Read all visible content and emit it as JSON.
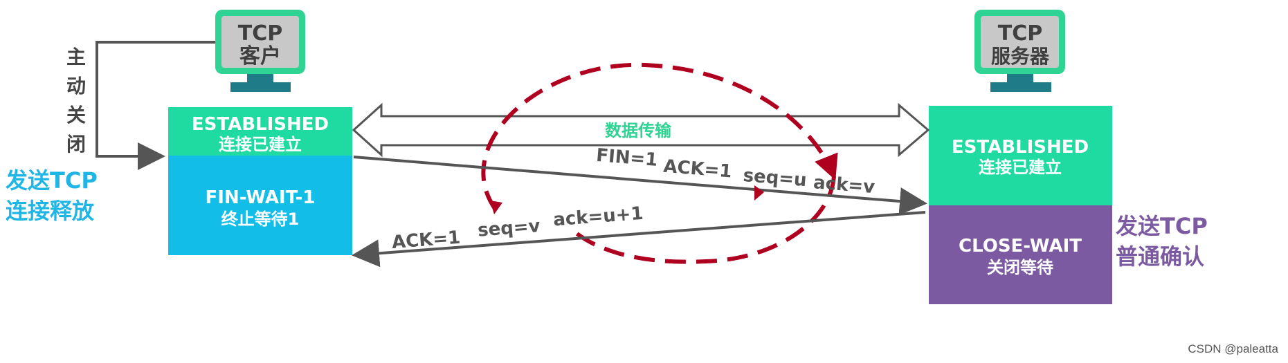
{
  "client": {
    "monitor_line1": "TCP",
    "monitor_line2": "客户",
    "side_label_chars": [
      "主",
      "动",
      "关",
      "闭"
    ],
    "action_line1": "发送TCP",
    "action_line2": "连接释放",
    "state_established_en": "ESTABLISHED",
    "state_established_zh": "连接已建立",
    "state_finwait_en": "FIN-WAIT-1",
    "state_finwait_zh": "终止等待1"
  },
  "server": {
    "monitor_line1": "TCP",
    "monitor_line2": "服务器",
    "action_line1": "发送TCP",
    "action_line2": "普通确认",
    "state_established_en": "ESTABLISHED",
    "state_established_zh": "连接已建立",
    "state_closewait_en": "CLOSE-WAIT",
    "state_closewait_zh": "关闭等待"
  },
  "data_transfer_label": "数据传输",
  "fin_message": {
    "fin": "FIN=1",
    "ack": "ACK=1",
    "seq": "seq=u",
    "ack_num": "ack=v"
  },
  "ack_message": {
    "ack": "ACK=1",
    "seq": "seq=v",
    "ack_num": "ack=u+1"
  },
  "watermark": "CSDN @paleatta",
  "colors": {
    "established": "#1fdba1",
    "fin_wait": "#12bde8",
    "close_wait": "#7b5aa1",
    "monitor_frame": "#2fd393",
    "monitor_screen": "#c8c8c8",
    "monitor_stand": "#1f7b87",
    "red_loop": "#b00020",
    "arrow_gray": "#555555",
    "client_action_text": "#1fb6e6",
    "server_action_text": "#7b5aa1",
    "data_label": "#2fd393"
  },
  "icons": {
    "client_monitor": "computer-monitor-icon",
    "server_monitor": "server-monitor-icon"
  }
}
